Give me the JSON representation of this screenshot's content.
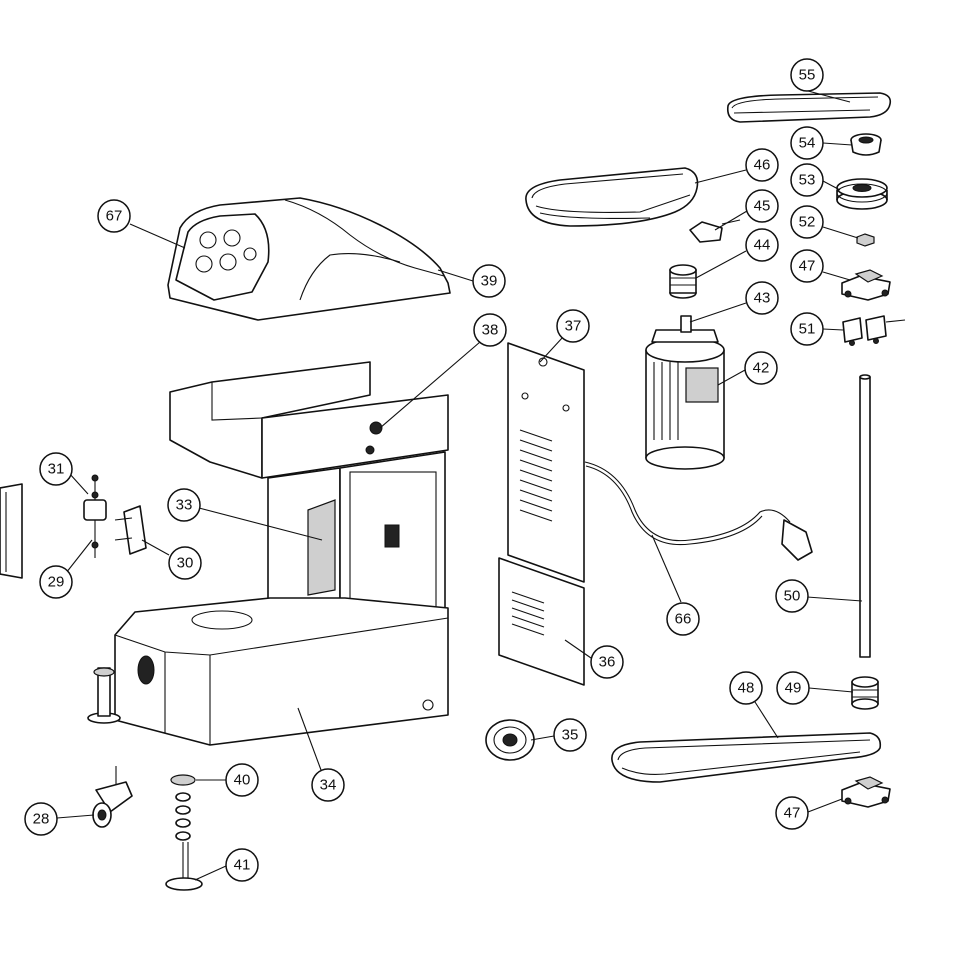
{
  "callouts": [
    {
      "id": "c55",
      "label": "55"
    },
    {
      "id": "c54",
      "label": "54"
    },
    {
      "id": "c53",
      "label": "53"
    },
    {
      "id": "c52",
      "label": "52"
    },
    {
      "id": "c47a",
      "label": "47"
    },
    {
      "id": "c51",
      "label": "51"
    },
    {
      "id": "c46",
      "label": "46"
    },
    {
      "id": "c45",
      "label": "45"
    },
    {
      "id": "c44",
      "label": "44"
    },
    {
      "id": "c43",
      "label": "43"
    },
    {
      "id": "c42",
      "label": "42"
    },
    {
      "id": "c67",
      "label": "67"
    },
    {
      "id": "c39",
      "label": "39"
    },
    {
      "id": "c38",
      "label": "38"
    },
    {
      "id": "c37",
      "label": "37"
    },
    {
      "id": "c31",
      "label": "31"
    },
    {
      "id": "c33",
      "label": "33"
    },
    {
      "id": "c30",
      "label": "30"
    },
    {
      "id": "c29",
      "label": "29"
    },
    {
      "id": "c50",
      "label": "50"
    },
    {
      "id": "c66",
      "label": "66"
    },
    {
      "id": "c36",
      "label": "36"
    },
    {
      "id": "c48",
      "label": "48"
    },
    {
      "id": "c49",
      "label": "49"
    },
    {
      "id": "c35",
      "label": "35"
    },
    {
      "id": "c40",
      "label": "40"
    },
    {
      "id": "c34",
      "label": "34"
    },
    {
      "id": "c28",
      "label": "28"
    },
    {
      "id": "c47b",
      "label": "47"
    },
    {
      "id": "c41",
      "label": "41"
    }
  ]
}
